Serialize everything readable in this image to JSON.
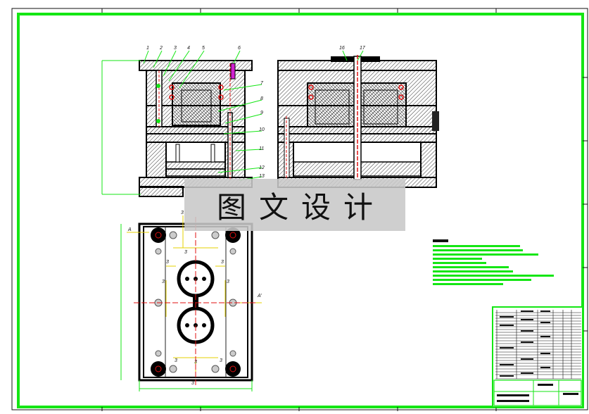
{
  "watermark": {
    "text": "图文设计"
  },
  "part_numbers": [
    "1",
    "2",
    "3",
    "4",
    "5",
    "6",
    "7",
    "8",
    "9",
    "10",
    "11",
    "12",
    "13",
    "16",
    "17"
  ],
  "section_marks": {
    "a": "A",
    "a_prime": "A'"
  },
  "dimension_marks": [
    "3",
    "3",
    "3",
    "3",
    "3",
    "3",
    "3",
    "3",
    "3",
    "3"
  ],
  "colors": {
    "frame": "#14e614",
    "line": "#000000",
    "hatch": "#222222",
    "red": "#e01010",
    "yellow": "#e6d000",
    "magenta": "#d020d0",
    "note": "#14e614"
  }
}
